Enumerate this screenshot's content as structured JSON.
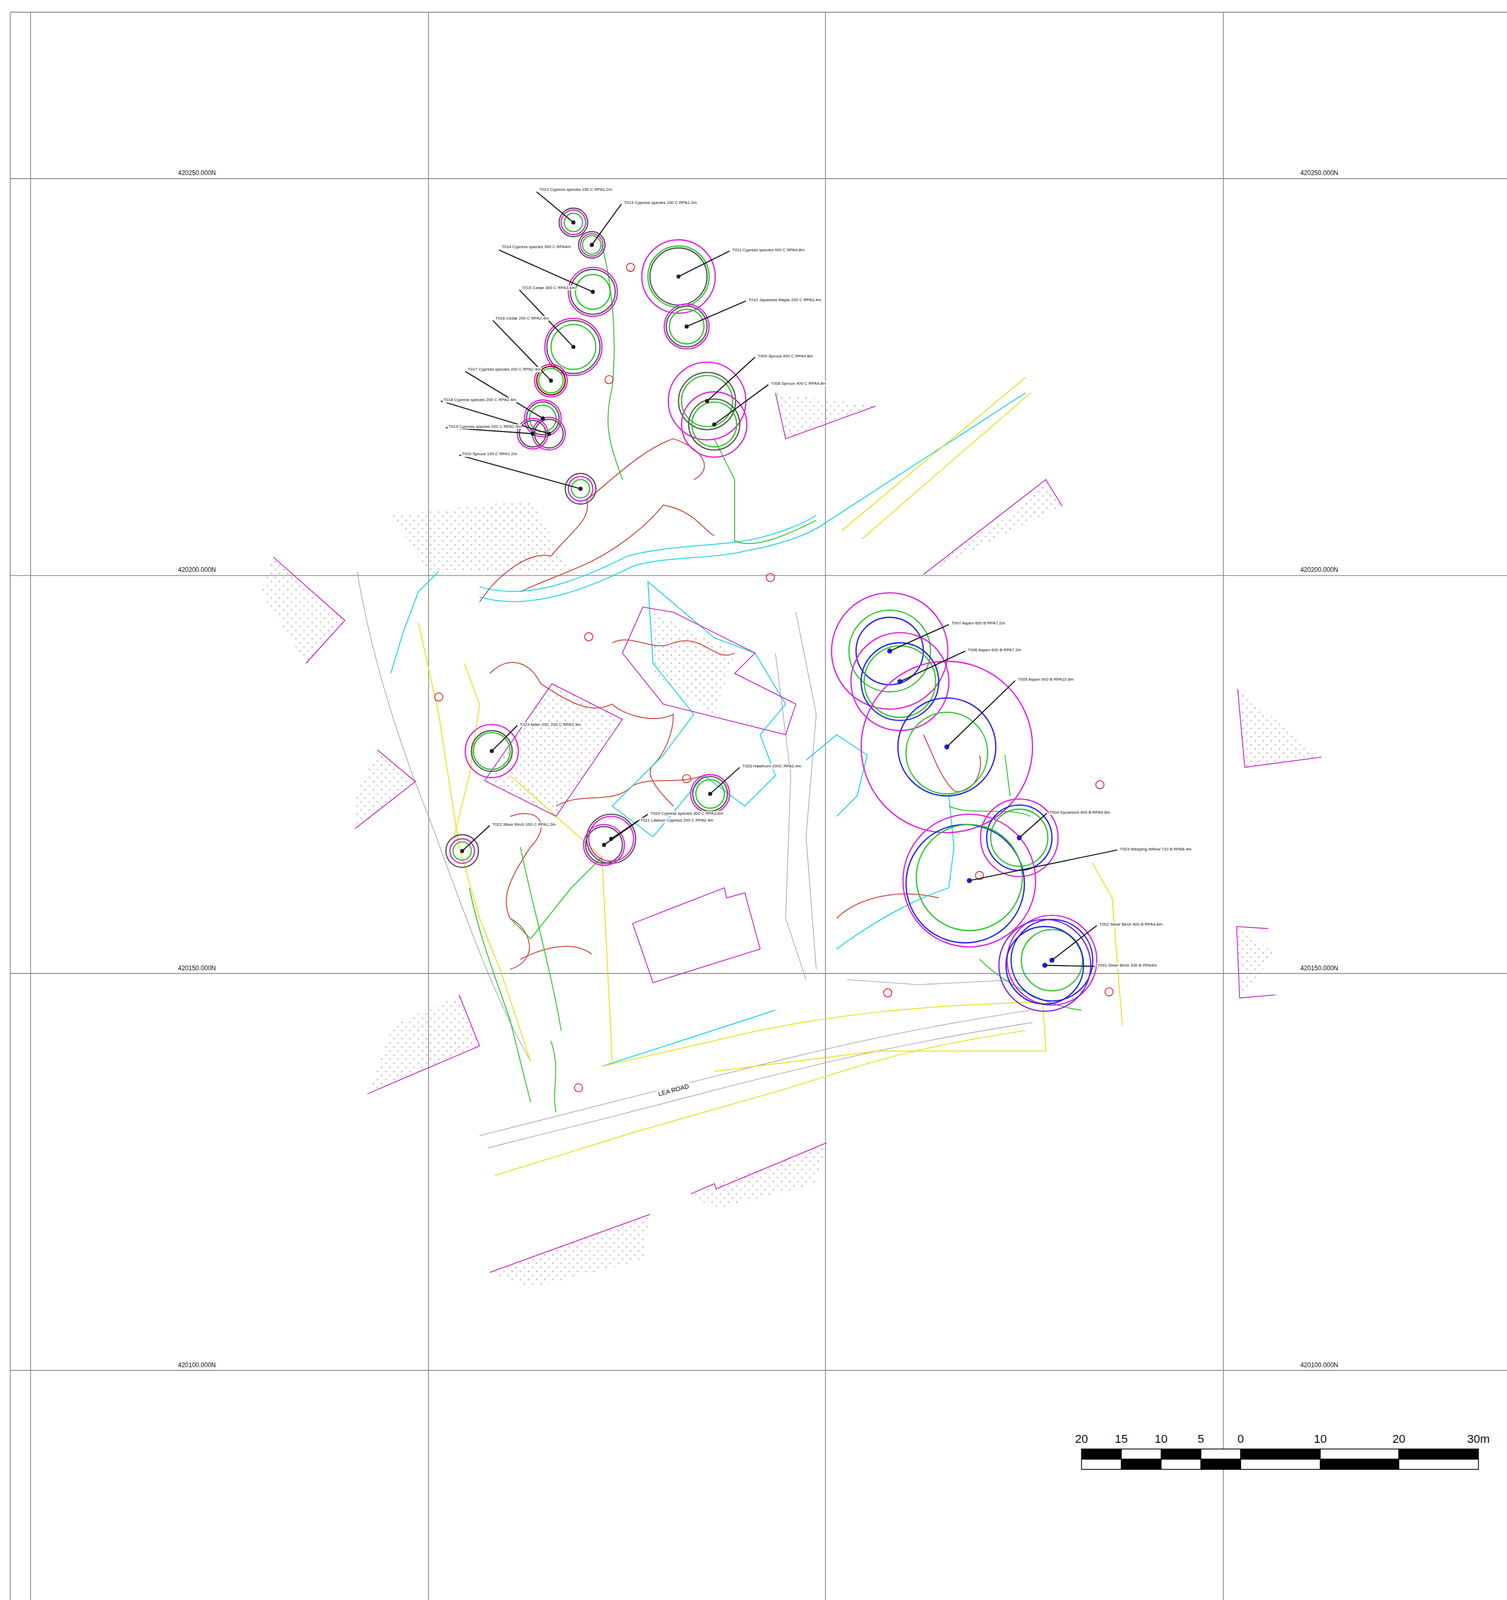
{
  "diagram": {
    "labels": [
      "420250.000N",
      "420250.000N",
      "420200.000N",
      "420200.000N",
      "420150.000N",
      "420150.000N",
      "420100.000N",
      "420100.000N",
      "T012 Cypress species 150 C RPA1.2m",
      "T013 Cypress species 150 C RPA1.2m",
      "T014 Cypress species 350 C RPA4m",
      "T011 Cypress species 400 C RPA4.8m",
      "T015 Cedar 300 C RPA3.6m",
      "T010 Japanese Maple 200 C RPA2.4m",
      "T016 Cedar 200 C RPA2.4m",
      "T009 Spruce 400 C RPA4.8m",
      "T017 Cypress species 200 C RPA2.4m",
      "T008 Spruce 400 C RPA4.8m",
      "T018 Cypress species 200 C RPA2.4m",
      "T019 Cypress species 200 C RPA2.4m",
      "T020 Spruce 100 C RPA1.2m",
      "T007 Aspen 600 B RPA7.2m",
      "T006 Aspen 600 B RPA7.2m",
      "T005 Aspen 900 B RPA10.8m",
      "T023 Alder 200, 200 C RPA3.3m",
      "T025 Hawthorn 200C RPA2.4m",
      "T024 Cypress species 300 C RPA3.6m",
      "T021 Lawson Cypress 200 C RPA2.4m",
      "T022 Silver Birch 100 C RPA1.2m",
      "T004 Sycamore 400 B RPA4.8m",
      "T003 Weeping Willow 710 B RPA8.4m",
      "T002 Silver Birch 400 B RPA4.8m",
      "T001 Silver Birch 330 B RPA4m",
      "LEA ROAD",
      "20",
      "15",
      "10",
      "5",
      "0",
      "10",
      "20",
      "30m"
    ]
  }
}
